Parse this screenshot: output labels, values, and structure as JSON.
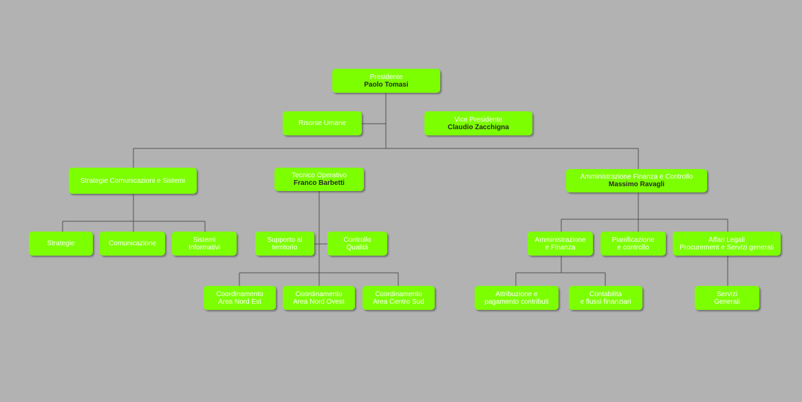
{
  "colors": {
    "background": "#b2b2b2",
    "box_fill": "#7cff00",
    "box_text": "#ffffff",
    "name_text": "#2a2a2a",
    "connector": "#505050"
  },
  "org": {
    "presidente": {
      "role": "Presidente",
      "name": "Paolo Tomasi"
    },
    "risorse_umane": {
      "role": "Risorse Umane"
    },
    "vice_presidente": {
      "role": "Vice Presidente",
      "name": "Claudio Zacchigna"
    },
    "strategie_comunicazioni": {
      "role": "Strategie Comunicazioni e Sistemi"
    },
    "tecnico_operativo": {
      "role": "Tecnico Operativo",
      "name": "Franco Barbetti"
    },
    "amministrazione_finanza_controllo": {
      "role": "Amministrazione Finanza e Controllo",
      "name": "Massimo Ravagli"
    },
    "strategie": {
      "role": "Strategie"
    },
    "comunicazione": {
      "role": "Comunicazione"
    },
    "sistemi_informativi": {
      "line1": "Sistemi",
      "line2": "Informativi"
    },
    "supporto_territorio": {
      "line1": "Supporto al",
      "line2": "territorio"
    },
    "controllo_qualita": {
      "line1": "Controllo",
      "line2": "Qualità"
    },
    "coord_nord_est": {
      "line1": "Coordinamento",
      "line2": "Area Nord Est"
    },
    "coord_nord_ovest": {
      "line1": "Coordinamento",
      "line2": "Area Nord Ovest"
    },
    "coord_centro_sud": {
      "line1": "Coordinamento",
      "line2": "Area Centro Sud"
    },
    "amministrazione_finanza": {
      "line1": "Amministrazione",
      "line2": "e Finanza"
    },
    "pianificazione_controllo": {
      "line1": "Pianificazione",
      "line2": "e controllo"
    },
    "affari_legali": {
      "line1": "Affari Legali",
      "line2": "Procurement e Servizi generali"
    },
    "attribuzione_pagamento": {
      "line1": "Attribuzione e",
      "line2": "pagamento contributi"
    },
    "contabilita_flussi": {
      "line1": "Contabilità",
      "line2": "e flussi finanziari"
    },
    "servizi_generali": {
      "line1": "Servizi",
      "line2": "Generali"
    }
  }
}
